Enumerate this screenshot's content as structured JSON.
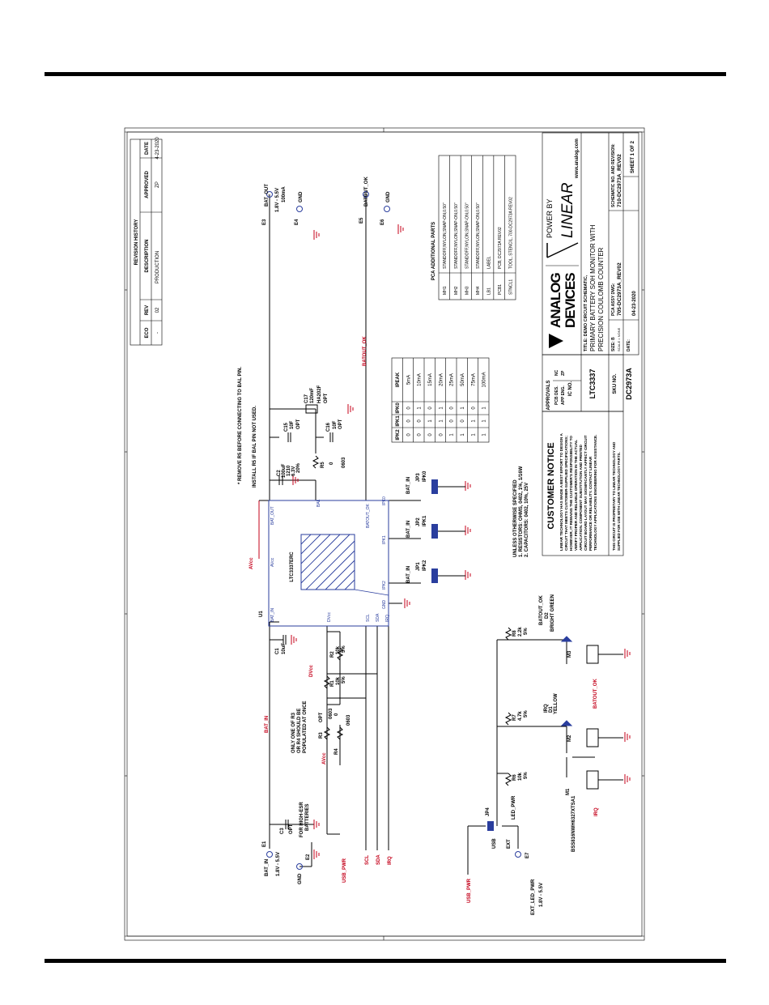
{
  "revision_history": {
    "title": "REVISION HISTORY",
    "headers": [
      "ECO",
      "REV",
      "DESCRIPTION",
      "APPROVED",
      "DATE"
    ],
    "row": [
      "-",
      "02",
      "PRODUCTION",
      "ZP",
      "4-23-2020"
    ]
  },
  "nets": {
    "bat_in": "BAT_IN",
    "avcc": "AVcc",
    "dvcc": "DVcc",
    "batout_ok": "BATOUT_OK",
    "usb_pwr": "USB_PWR",
    "scl": "SCL",
    "sda": "SDA",
    "irq": "IRQ",
    "led_pwr": "LED_PWR",
    "bat_out": "BAT_OUT",
    "gnd": "GND",
    "ext_led_pwr": "EXT_LED_PWR"
  },
  "terminals": {
    "e1": "E1",
    "e2": "E2",
    "e3": "E3",
    "e4": "E4",
    "e5": "E5",
    "e6": "E6",
    "e7": "E7",
    "bat_in_range": "1.8V - 5.5V",
    "bat_out_range": "1.8V - 5.5V",
    "bat_out_current": "100mA",
    "ext_range": "1.8V - 5.5V"
  },
  "ic": {
    "ref": "U1",
    "part": "LTC3337ERC",
    "pins": {
      "avcc": "AVcc",
      "bat_out": "BAT_OUT",
      "bal": "BAL",
      "batout_ok": "BATOUT_OK",
      "ipk0": "IPK0",
      "ipk1": "IPK1",
      "ipk2": "IPK2",
      "gnd": "GND",
      "bat_in": "BAT_IN",
      "dvcc": "DVcc",
      "scl": "SCL",
      "sda": "SDA",
      "irq": "IRQ"
    }
  },
  "components": {
    "c1": [
      "C1",
      "10uF"
    ],
    "c2": [
      "C2",
      "100uF",
      "1210",
      "6.3V",
      "20%"
    ],
    "c3": [
      "C3",
      "OPT"
    ],
    "c15": [
      "C15",
      "10F",
      "OPT"
    ],
    "c16": [
      "C16",
      "10F",
      "OPT"
    ],
    "c17": [
      "C17",
      "120mF",
      "HA202F",
      "OPT"
    ],
    "r1": [
      "R1",
      "10k",
      "5%"
    ],
    "r2": [
      "R2",
      "10k",
      "5%"
    ],
    "r3": [
      "R3",
      "OPT",
      "0603"
    ],
    "r4": [
      "R4",
      "0",
      "0603"
    ],
    "r5": [
      "R5",
      "0",
      "0603"
    ],
    "r6": [
      "R6",
      "10k",
      "5%"
    ],
    "r7": [
      "R7",
      "4.7k",
      "5%"
    ],
    "r8": [
      "R8",
      "2.2k",
      "5%"
    ],
    "d1": [
      "D1",
      "YELLOW"
    ],
    "d2": [
      "D2",
      "BRIGHT GREEN"
    ],
    "jp1": [
      "JP1",
      "IPK2"
    ],
    "jp2": [
      "JP2",
      "IPK1"
    ],
    "jp3": [
      "JP3",
      "IPK0"
    ],
    "jp4": [
      "JP4",
      "USB",
      "EXT"
    ],
    "m1": [
      "M1",
      "BSS816NWH6327XTSA1"
    ],
    "m2": "M2",
    "m3": "M3"
  },
  "notes": {
    "c3_note": [
      "FOR HIGH-ESR",
      "BATTERIES"
    ],
    "r3r4_note": [
      "ONLY ONE OF R3",
      "OR R4 SHOULD BE",
      "POPULATED AT ONCE"
    ],
    "r5_note_1": "* REMOVE R5 BEFORE CONNECTING TO BAL PIN.",
    "r5_note_2": "INSTALL R5 IF BAL PIN NOT USED.",
    "general": [
      "UNLESS OTHERWISE SPECIFIED",
      "1. RESISTORS: OHMS, 0402, 1%, 1/16W",
      "2. CAPACITORS: 0402, 10%, 25V"
    ]
  },
  "ipeak_table": {
    "headers": [
      "IPK2",
      "IPK1",
      "IPK0",
      "IPEAK"
    ],
    "rows": [
      [
        "0",
        "0",
        "0",
        "5mA"
      ],
      [
        "0",
        "0",
        "1",
        "10mA"
      ],
      [
        "0",
        "1",
        "0",
        "15mA"
      ],
      [
        "0",
        "1",
        "1",
        "20mA"
      ],
      [
        "1",
        "0",
        "0",
        "25mA"
      ],
      [
        "1",
        "0",
        "1",
        "50mA"
      ],
      [
        "1",
        "1",
        "0",
        "75mA"
      ],
      [
        "1",
        "1",
        "1",
        "100mA"
      ]
    ]
  },
  "pca_parts": {
    "title": "PCA ADDITIONAL PARTS",
    "rows": [
      [
        "MH1",
        "STANDOFF,NYLON,SNAP-ON,0.50\""
      ],
      [
        "MH2",
        "STANDOFF,NYLON,SNAP-ON,0.50\""
      ],
      [
        "MH3",
        "STANDOFF,NYLON,SNAP-ON,0.50\""
      ],
      [
        "MH4",
        "STANDOFF,NYLON,SNAP-ON,0.50\""
      ],
      [
        "LB1",
        "LABEL"
      ],
      [
        "PCB1",
        "PCB, DC2973A      REV02"
      ],
      [
        "STNCL1",
        "TOOL, STENCIL, 700-DC2973A      REV02"
      ]
    ]
  },
  "customer_notice": {
    "title": "CUSTOMER NOTICE",
    "body": [
      "LINEAR TECHNOLOGY HAS MADE A BEST EFFORT TO DESIGN A",
      "CIRCUIT THAT MEETS CUSTOMER-SUPPLIED SPECIFICATIONS;",
      "HOWEVER, IT REMAINS THE CUSTOMER'S RESPONSIBILITY TO",
      "VERIFY PROPER AND RELIABLE OPERATION IN THE ACTUAL",
      "APPLICATION. COMPONENT SUBSTITUTION AND PRINTED",
      "CIRCUIT BOARD LAYOUT MAY SIGNIFICANTLY AFFECT CIRCUIT",
      "PERFORMANCE OR RELIABILITY. CONTACT LINEAR",
      "TECHNOLOGY APPLICATIONS ENGINEERING FOR ASSISTANCE."
    ],
    "footer": [
      "THIS CIRCUIT IS PROPRIETARY TO LINEAR TECHNOLOGY AND",
      "SUPPLIED FOR USE WITH LINEAR TECHNOLOGY PARTS."
    ]
  },
  "approvals": {
    "title": "APPROVALS",
    "pcb_des": [
      "PCB DES.",
      "NC"
    ],
    "app_eng": [
      "APP ENG.",
      "ZP"
    ],
    "ic_no_label": "IC NO.",
    "ic_no": "LTC3337",
    "sku_label": "SKU NO.",
    "sku": "DC2973A"
  },
  "title_block": {
    "logo_1": "ANALOG",
    "logo_2": "DEVICES",
    "power_by": "POWER BY",
    "linear": "LINEAR",
    "url": "www.analog.com",
    "title_label": "TITLE: DEMO CIRCUIT SCHEMATIC,",
    "title_1": "PRIMARY BATTERY SOH MONITOR WITH",
    "title_2": "PRECISION COULOMB COUNTER",
    "pca_label": "PCA ASSY DWG:",
    "pca": "705-DC2973A_REV02",
    "schem_label": "SCHEMATIC NO. AND REVISION:",
    "schem": "710-DC2973A_REV02",
    "size": "SIZE: B",
    "scale": "SCALE = NONE",
    "date_label": "DATE:",
    "date": "04-23-2020",
    "sheet": "SHEET 1 OF 2"
  },
  "colors": {
    "net_red": "#c4001a",
    "pin_blue": "#2a3e9e",
    "ic_body": "#2a3e9e"
  }
}
